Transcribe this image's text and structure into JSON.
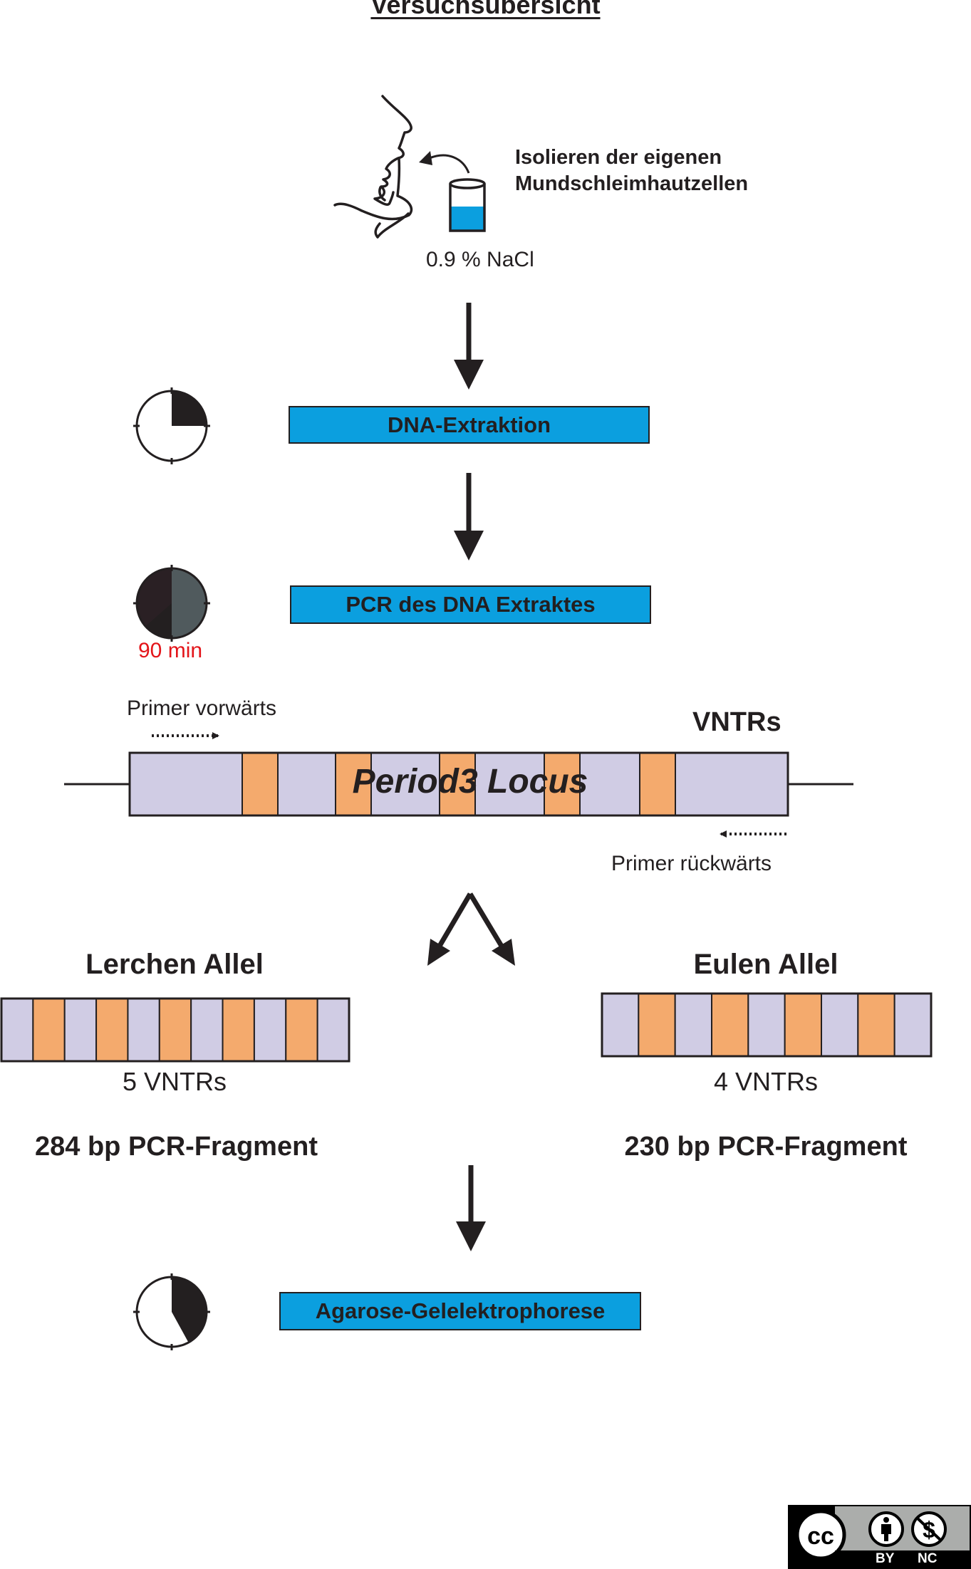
{
  "title": "Versuchsübersicht",
  "sampling": {
    "text_line1": "Isolieren der eigenen",
    "text_line2": "Mundschleimhautzellen",
    "solution": "0.9 % NaCl"
  },
  "steps": [
    {
      "label": "DNA-Extraktion",
      "clock_fraction": 0.25
    },
    {
      "label": "PCR des DNA Extraktes",
      "clock_fraction": 1.0,
      "duration": "90 min"
    },
    {
      "label": "Agarose-Gelelektrophorese",
      "clock_fraction": 0.42
    }
  ],
  "locus": {
    "label": "Period3 Locus",
    "vntr_label": "VNTRs",
    "primer_forward": "Primer vorwärts",
    "primer_reverse": "Primer rückwärts",
    "vntr_count": 5
  },
  "alleles": [
    {
      "name": "Lerchen Allel",
      "vntr_text": "5 VNTRs",
      "vntr_count": 5,
      "fragment": "284 bp PCR-Fragment"
    },
    {
      "name": "Eulen Allel",
      "vntr_text": "4 VNTRs",
      "vntr_count": 4,
      "fragment": "230 bp PCR-Fragment"
    }
  ],
  "license": {
    "by": "BY",
    "nc": "NC"
  },
  "colors": {
    "step_blue": "#0b9fdf",
    "vntr_orange": "#f4aa6d",
    "spacer_lavender": "#d0cce4",
    "duration_red": "#e3151a",
    "ink": "#231f20"
  }
}
